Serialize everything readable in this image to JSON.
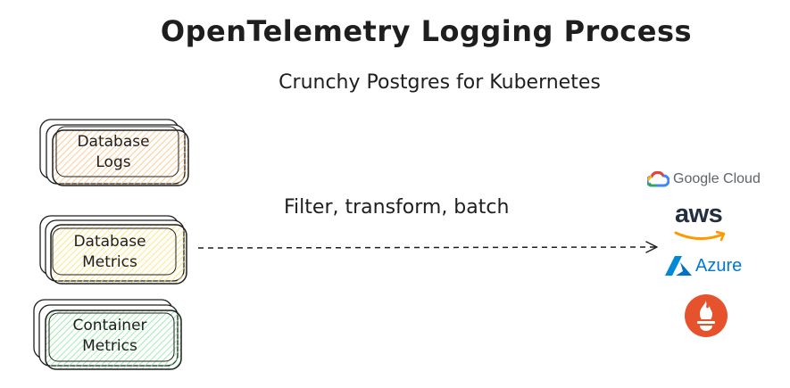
{
  "diagram": {
    "title": "OpenTelemetry Logging Process",
    "subtitle": "Crunchy Postgres for Kubernetes",
    "sources": [
      {
        "label_line1": "Database",
        "label_line2": "Logs",
        "fill": "#ffd8a8",
        "stroke": "#1e1e1e"
      },
      {
        "label_line1": "Database",
        "label_line2": "Metrics",
        "fill": "#ffec99",
        "stroke": "#1e1e1e"
      },
      {
        "label_line1": "Container",
        "label_line2": "Metrics",
        "fill": "#b2f2bb",
        "stroke": "#1e1e1e"
      }
    ],
    "edge_label": "Filter, transform, batch",
    "destinations": {
      "google_cloud": "Google Cloud",
      "aws": "aws",
      "azure": "Azure",
      "prometheus_icon": "prometheus-icon"
    }
  }
}
